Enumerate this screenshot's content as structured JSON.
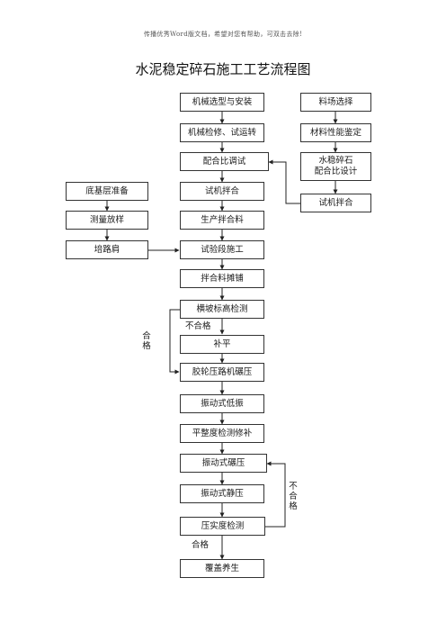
{
  "header": "传播优秀Word版文档，希望对您有帮助，可双击去除!",
  "title": "水泥稳定碎石施工工艺流程图",
  "steps": {
    "s1": "机械选型与安装",
    "s2": "机械检修、试运转",
    "s3": "配合比调试",
    "s4": "试机拌合",
    "s5": "生产拌合料",
    "s6": "试验段施工",
    "s7": "拌合料摊铺",
    "s8": "横坡标高检测",
    "s9": "补平",
    "s10": "胶轮压路机碾压",
    "s11": "振动式低振",
    "s12": "平整度检测修补",
    "s13": "振动式碾压",
    "s14": "振动式静压",
    "s15": "压实度检测",
    "s16": "覆盖养生",
    "r1": "料场选择",
    "r2": "材料性能鉴定",
    "r3": "水稳碎石\n配合比设计",
    "r4": "试机拌合",
    "l1": "底基层准备",
    "l2": "测量放样",
    "l3": "培路肩"
  },
  "labels": {
    "fail1": "不合格",
    "pass1": "合格",
    "fail2": "不合格",
    "pass2": "合格"
  }
}
